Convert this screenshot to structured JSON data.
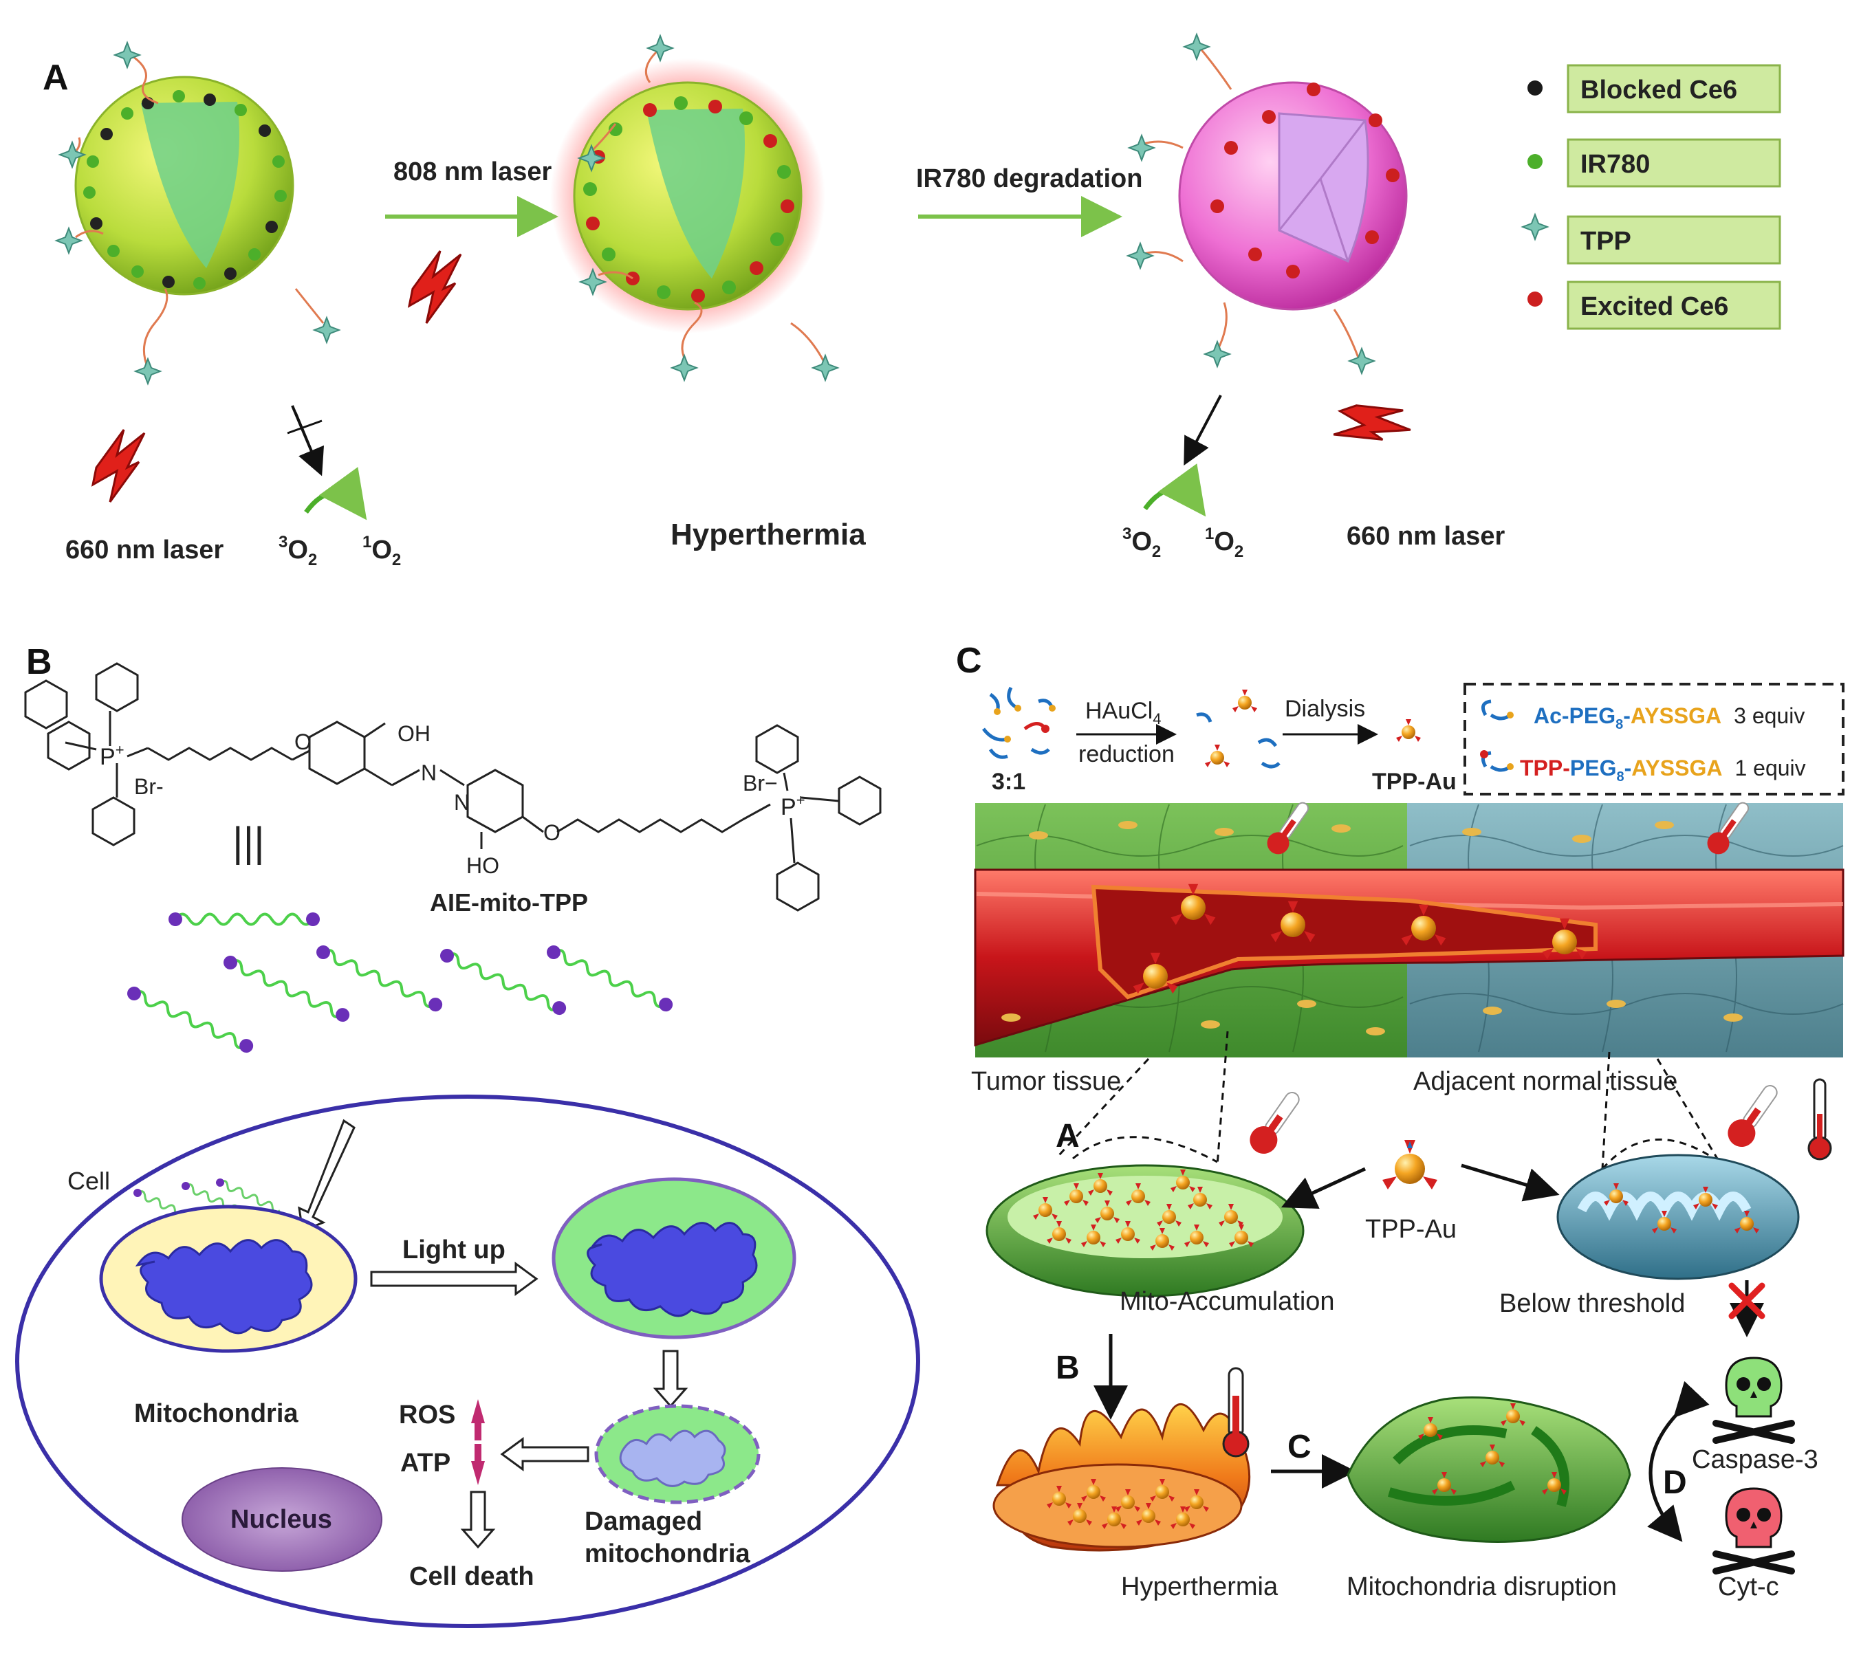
{
  "panel_a": {
    "letter": "A",
    "arrow1_label": "808 nm laser",
    "arrow2_label": "IR780 degradation",
    "laser_label_left": "660 nm laser",
    "laser_label_right": "660 nm laser",
    "o2_triplet_pre": "3",
    "o2_singlet_pre": "1",
    "o2_base": "O",
    "o2_sub": "2",
    "hyperthermia": "Hyperthermia",
    "legend": [
      {
        "label": "Blocked Ce6",
        "color": "#1a1a1a",
        "kind": "dot"
      },
      {
        "label": "IR780",
        "color": "#4caf2a",
        "kind": "dot"
      },
      {
        "label": "TPP",
        "color": "#6fb8a8",
        "kind": "star"
      },
      {
        "label": "Excited Ce6",
        "color": "#cc1f1f",
        "kind": "dot"
      }
    ]
  },
  "panel_b": {
    "letter": "B",
    "br_left": "Br-",
    "br_right": "Br−",
    "p_label": "P",
    "plus": "+",
    "o_label": "O",
    "oh_label": "OH",
    "ho_label": "HO",
    "n_label": "N",
    "equiv_symbol": "|||",
    "compound_name": "AIE-mito-TPP",
    "cell_label": "Cell",
    "light_up": "Light up",
    "mitochondria": "Mitochondria",
    "damaged_line1": "Damaged",
    "damaged_line2": "mitochondria",
    "ros": "ROS",
    "atp": "ATP",
    "nucleus": "Nucleus",
    "cell_death": "Cell death"
  },
  "panel_c": {
    "letter": "C",
    "ratio": "3:1",
    "reagent": "HAuCl",
    "reagent_sub": "4",
    "reduction": "reduction",
    "dialysis": "Dialysis",
    "product": "TPP-Au",
    "legend_row1": {
      "prefix": "Ac-",
      "peg": "PEG",
      "sub": "8",
      "dash": "-",
      "pep": "AYSSGA",
      "equiv": "3 equiv"
    },
    "legend_row2": {
      "prefix": "TPP-",
      "peg": "PEG",
      "sub": "8",
      "dash": "-",
      "pep": "AYSSGA",
      "equiv": "1 equiv"
    },
    "tumor_tissue": "Tumor tissue",
    "normal_tissue": "Adjacent  normal  tissue",
    "step_a": "A",
    "step_b": "B",
    "step_c": "C",
    "step_d": "D",
    "tpp_au": "TPP-Au",
    "mito_accumulation": "Mito-Accumulation",
    "below_threshold": "Below   threshold",
    "caspase": "Caspase-3",
    "cytc": "Cyt-c",
    "hyperthermia": "Hyperthermia",
    "mito_disruption": "Mitochondria  disruption",
    "colors": {
      "peg_blue": "#1e6fc0",
      "pep_orange": "#e8a31c",
      "tpp_red": "#d42020"
    }
  }
}
